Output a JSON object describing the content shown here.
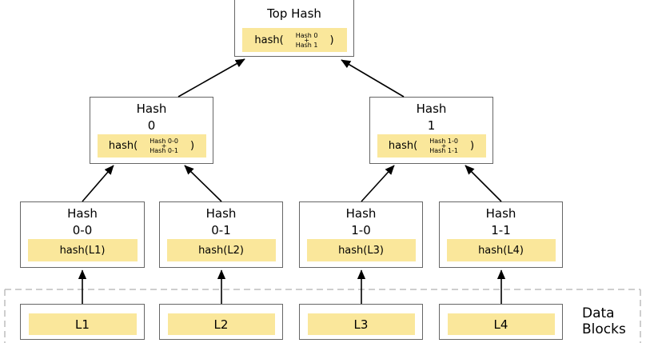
{
  "colors": {
    "highlight": "#FAE79B",
    "box_border": "#666666",
    "dashed_border": "#BDBDBD",
    "arrow": "#000000",
    "background": "#FFFFFF"
  },
  "diagram": {
    "root": {
      "title": "Top Hash",
      "formula": {
        "prefix": "hash(",
        "operand_top": "Hash 0",
        "operator": "+",
        "operand_bottom": "Hash 1",
        "suffix": ")"
      }
    },
    "level1": [
      {
        "title_line1": "Hash",
        "title_line2": "0",
        "formula": {
          "prefix": "hash(",
          "operand_top": "Hash 0-0",
          "operator": "+",
          "operand_bottom": "Hash 0-1",
          "suffix": ")"
        }
      },
      {
        "title_line1": "Hash",
        "title_line2": "1",
        "formula": {
          "prefix": "hash(",
          "operand_top": "Hash 1-0",
          "operator": "+",
          "operand_bottom": "Hash 1-1",
          "suffix": ")"
        }
      }
    ],
    "level2": [
      {
        "title_line1": "Hash",
        "title_line2": "0-0",
        "formula_text": "hash(L1)"
      },
      {
        "title_line1": "Hash",
        "title_line2": "0-1",
        "formula_text": "hash(L2)"
      },
      {
        "title_line1": "Hash",
        "title_line2": "1-0",
        "formula_text": "hash(L3)"
      },
      {
        "title_line1": "Hash",
        "title_line2": "1-1",
        "formula_text": "hash(L4)"
      }
    ],
    "leaves": [
      {
        "label": "L1"
      },
      {
        "label": "L2"
      },
      {
        "label": "L3"
      },
      {
        "label": "L4"
      }
    ],
    "data_blocks": {
      "line1": "Data",
      "line2": "Blocks"
    }
  }
}
